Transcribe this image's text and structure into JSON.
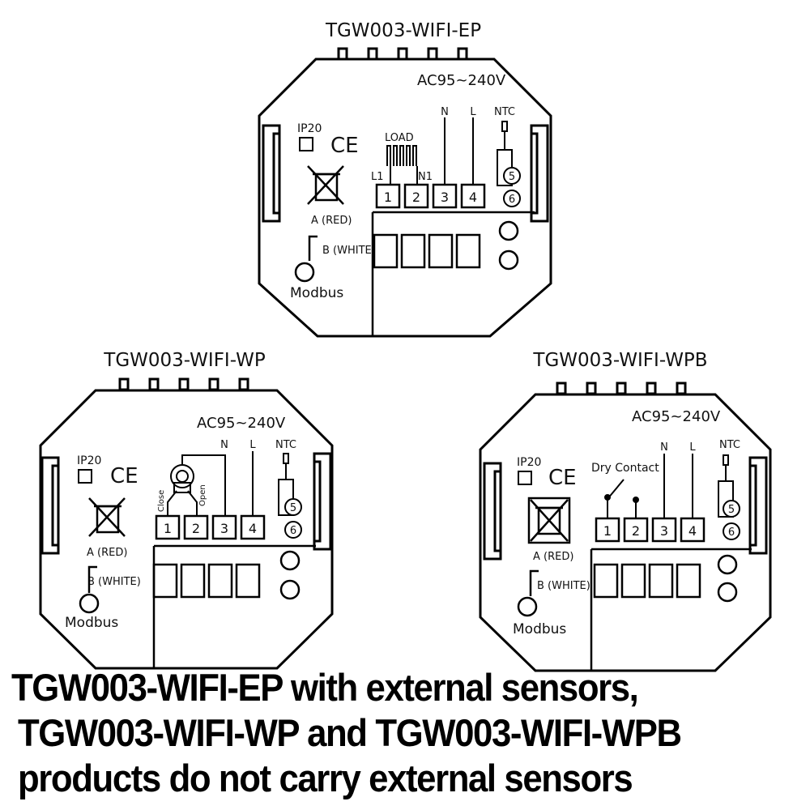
{
  "units": [
    {
      "model": "TGW003-WIFI-EP",
      "voltage": "AC95~240V",
      "ip_rating": "IP20",
      "ce_mark": "CE",
      "modbus_label": "Modbus",
      "modbus_a": "A (RED)",
      "modbus_b": "B (WHITE)",
      "line_labels": [
        "N",
        "L"
      ],
      "ntc_label": "NTC",
      "load_label": "LOAD",
      "l1_label": "L1",
      "n1_label": "N1",
      "terminals": [
        "1",
        "2",
        "3",
        "4"
      ],
      "ntc_terminals": [
        "5",
        "6"
      ]
    },
    {
      "model": "TGW003-WIFI-WP",
      "voltage": "AC95~240V",
      "ip_rating": "IP20",
      "ce_mark": "CE",
      "modbus_label": "Modbus",
      "modbus_a": "A (RED)",
      "modbus_b": "B (WHITE)",
      "line_labels": [
        "N",
        "L"
      ],
      "ntc_label": "NTC",
      "close_label": "Close",
      "open_label": "Open",
      "terminals": [
        "1",
        "2",
        "3",
        "4"
      ],
      "ntc_terminals": [
        "5",
        "6"
      ]
    },
    {
      "model": "TGW003-WIFI-WPB",
      "voltage": "AC95~240V",
      "ip_rating": "IP20",
      "ce_mark": "CE",
      "modbus_label": "Modbus",
      "modbus_a": "A (RED)",
      "modbus_b": "B (WHITE)",
      "line_labels": [
        "N",
        "L"
      ],
      "ntc_label": "NTC",
      "dry_contact_label": "Dry Contact",
      "terminals": [
        "1",
        "2",
        "3",
        "4"
      ],
      "ntc_terminals": [
        "5",
        "6"
      ]
    }
  ],
  "caption": [
    "TGW003-WIFI-EP with external sensors,",
    "TGW003-WIFI-WP and TGW003-WIFI-WPB",
    "products do not carry external sensors"
  ]
}
